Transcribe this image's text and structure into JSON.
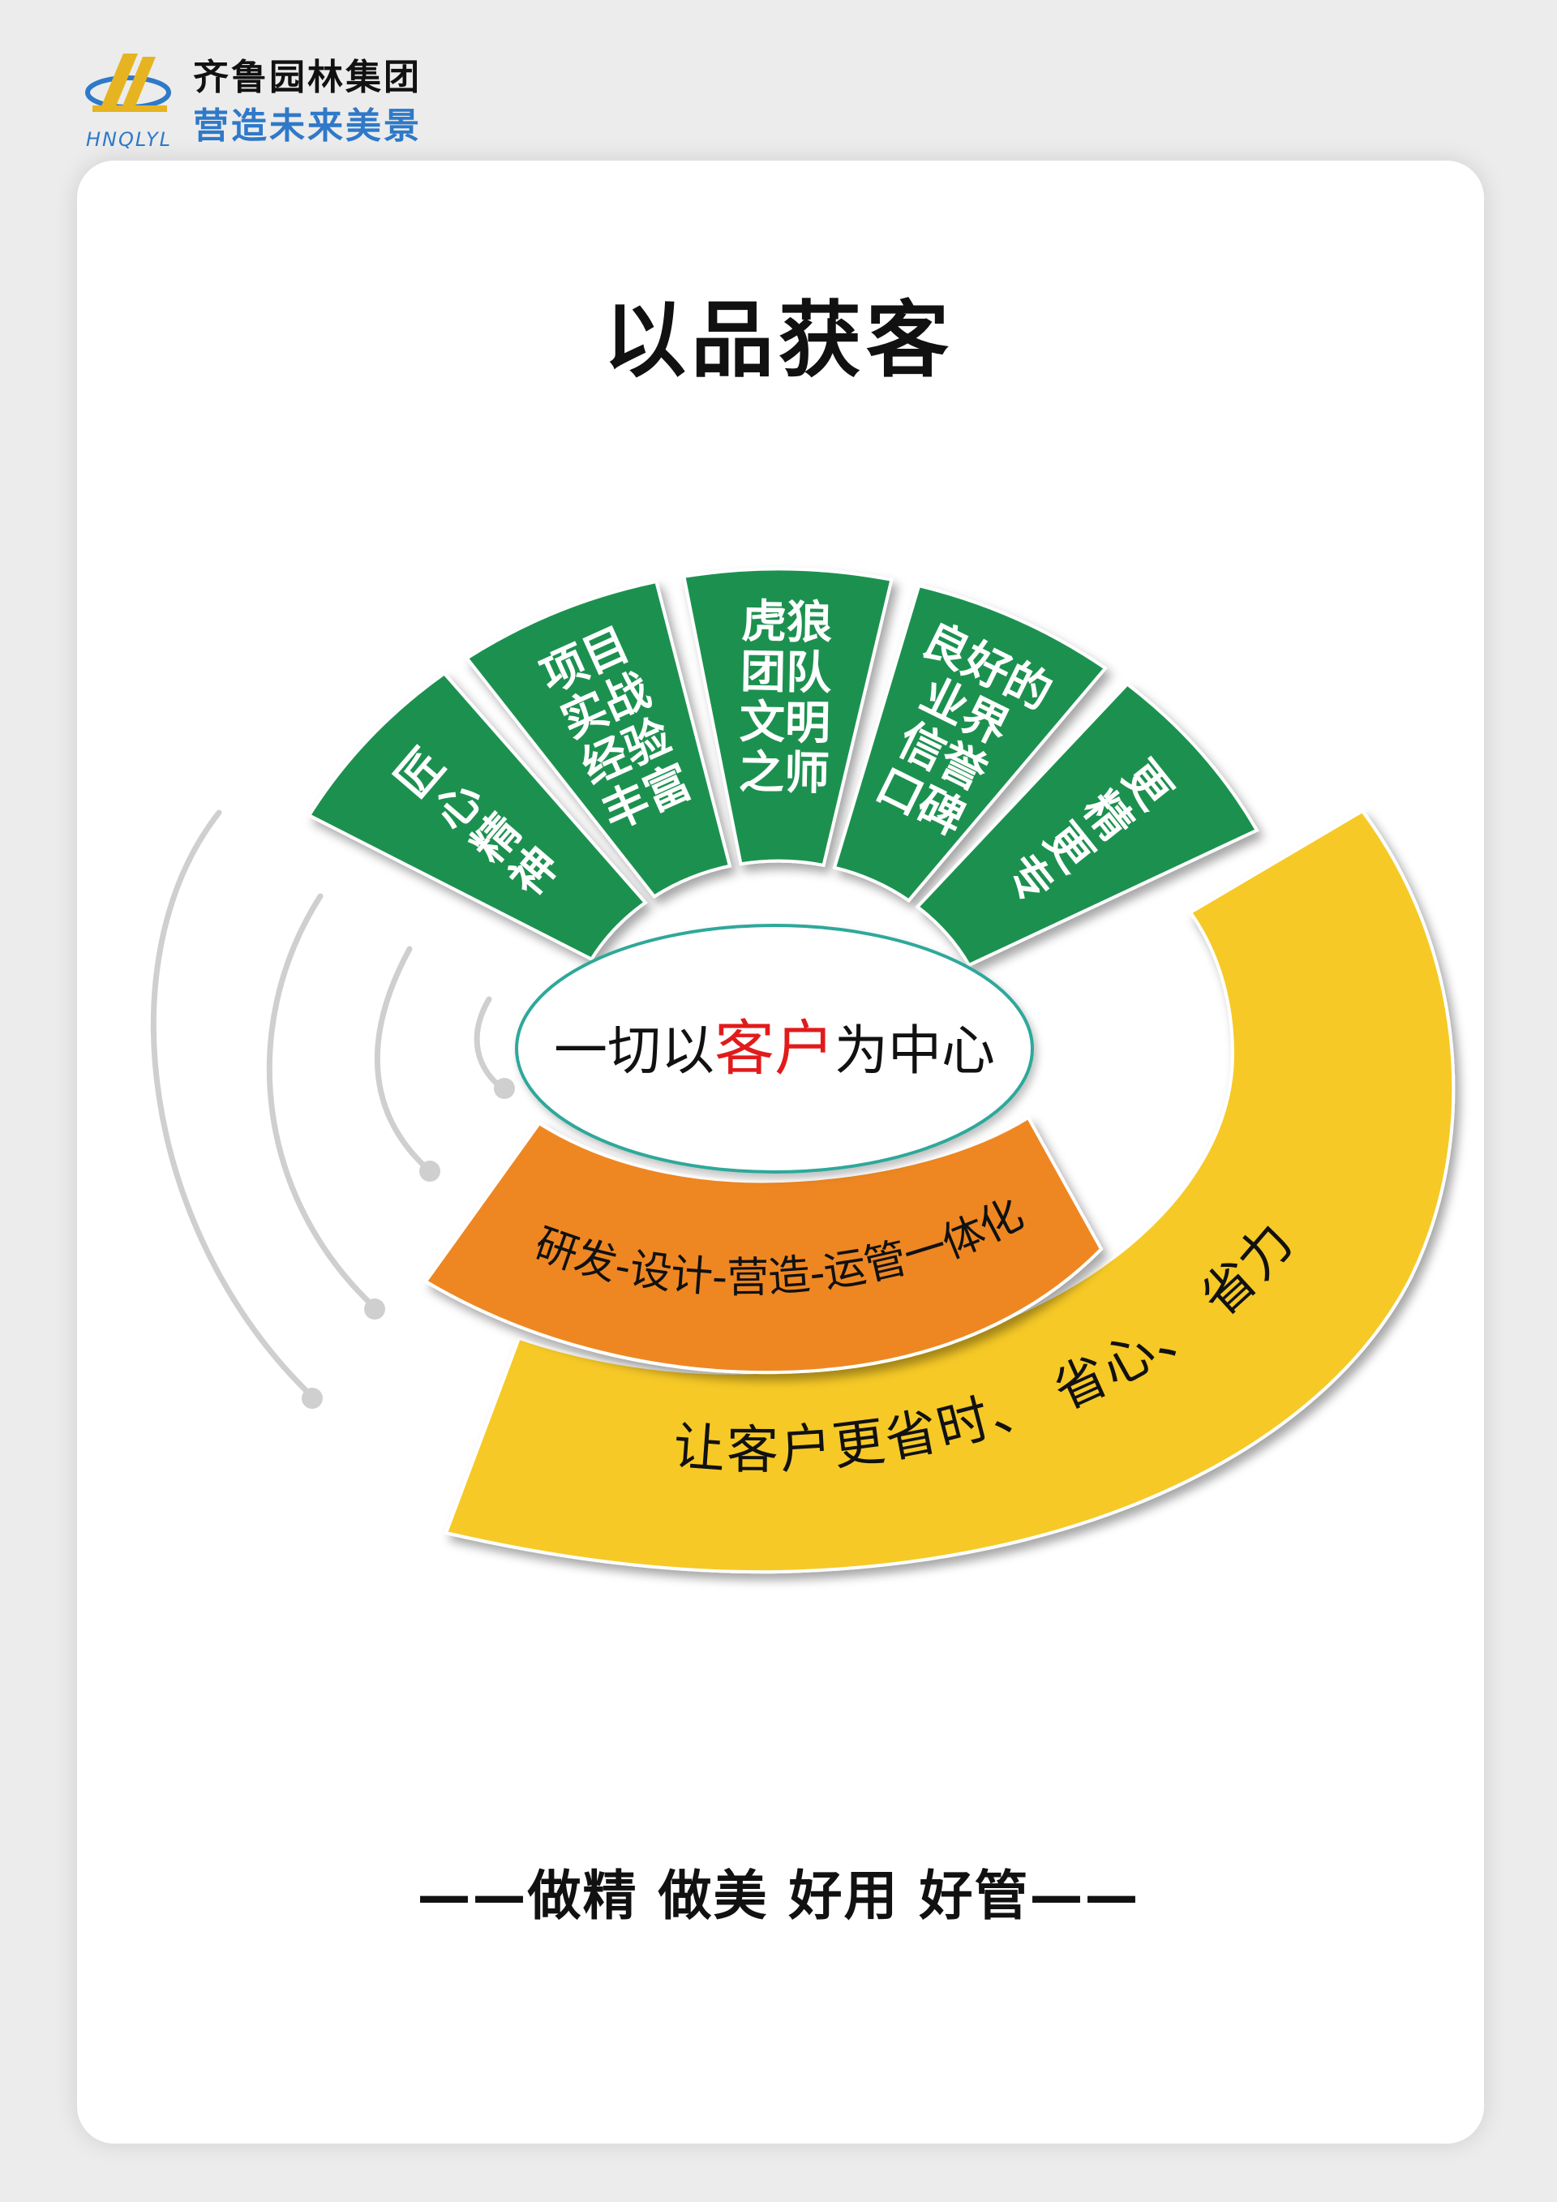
{
  "logo": {
    "name": "齐鲁园林集团",
    "tagline": "营造未来美景",
    "abbr": "HNQLYL"
  },
  "title": "以品获客",
  "diagram": {
    "center": {
      "prefix": "一切以",
      "highlight": "客户",
      "suffix": "为中心"
    },
    "green_segments": [
      {
        "lines": [
          "匠",
          "心",
          "精",
          "神"
        ]
      },
      {
        "lines": [
          "项目",
          "实战",
          "经验",
          "丰富"
        ]
      },
      {
        "lines": [
          "虎狼",
          "团队",
          "文明",
          "之师"
        ]
      },
      {
        "lines": [
          "良好的",
          "业界",
          "信誉",
          "口碑"
        ]
      },
      {
        "lines": [
          "更",
          "精",
          "更",
          "专"
        ]
      }
    ],
    "orange_band": "研发-设计-营造-运管一体化",
    "yellow_band": "让客户更省时、 省心、 省力"
  },
  "slogan": "——做精 做美 好用 好管——",
  "colors": {
    "green": "#1a9150",
    "orange": "#ee8722",
    "yellow": "#f6c926",
    "highlight": "#e11b1b",
    "logo_blue": "#2f79c8",
    "logo_gold": "#e6b421"
  }
}
